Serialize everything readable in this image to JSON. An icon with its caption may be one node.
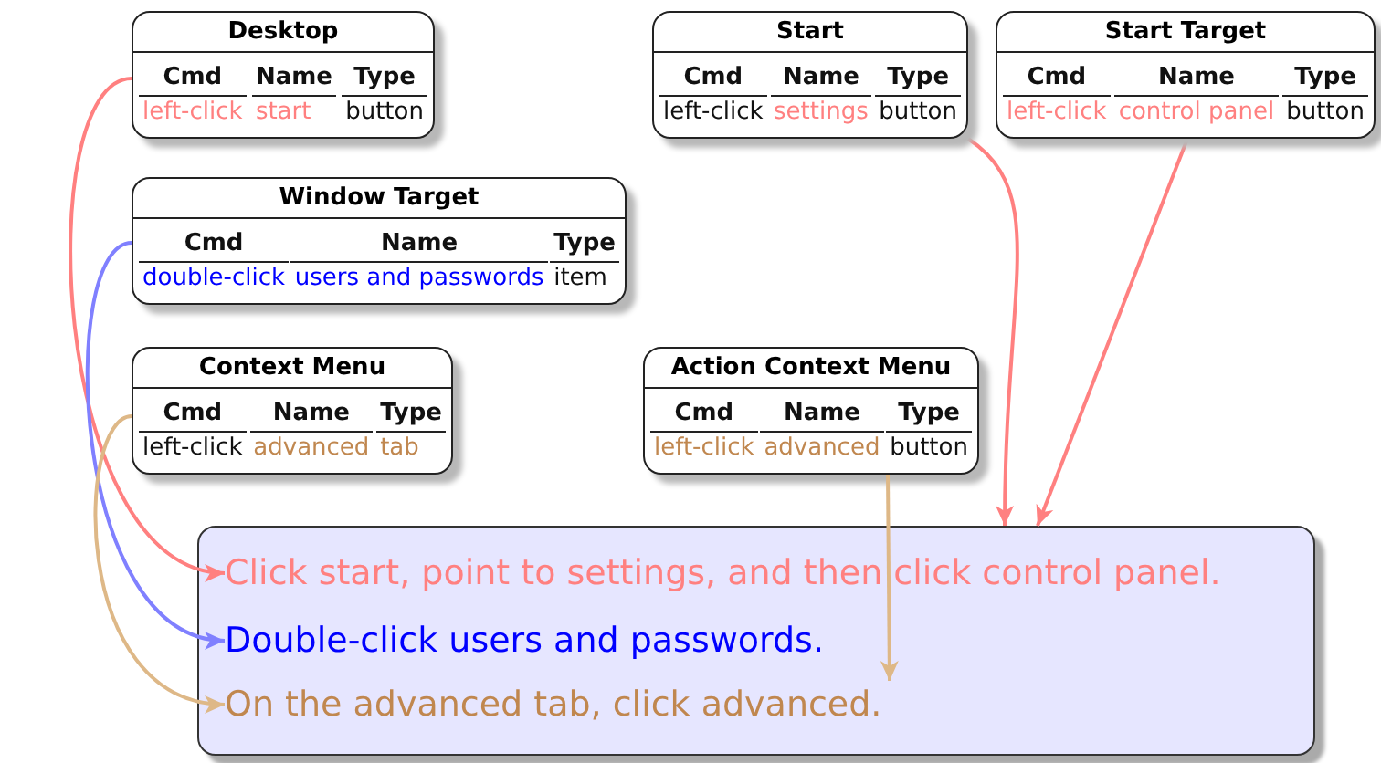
{
  "diagram": {
    "nodes": [
      {
        "text": [
          "Desktop",
          "Cmd",
          "Name",
          "Type",
          "left-click",
          "start",
          "button"
        ]
      },
      {
        "text": [
          "Window Target",
          "Cmd",
          "Name",
          "Type",
          "double-click",
          "users and passwords",
          "item"
        ]
      },
      {
        "text": [
          "Context Menu",
          "Cmd",
          "Name",
          "Type",
          "left-click",
          "advanced",
          "tab"
        ]
      },
      {
        "text": [
          "Start",
          "Cmd",
          "Name",
          "Type",
          "left-click",
          "settings",
          "button"
        ]
      },
      {
        "text": [
          "Start Target",
          "Cmd",
          "Name",
          "Type",
          "left-click",
          "control panel",
          "button"
        ]
      },
      {
        "text": [
          "Action Context Menu",
          "Cmd",
          "Name",
          "Type",
          "left-click",
          "advanced",
          "button"
        ]
      },
      {
        "text": [],
        "shape": "box"
      },
      {
        "text": [
          "Click start, point to settings, and then click control panel."
        ],
        "in": 6
      },
      {
        "text": [
          "Double-click users and passwords."
        ],
        "in": 6
      },
      {
        "text": [
          "On the advanced tab, click advanced."
        ],
        "in": 6
      }
    ],
    "edges": [
      {
        "from": 0,
        "to": 7,
        "arrow": "to"
      },
      {
        "from": 1,
        "to": 8,
        "arrow": "to",
        "color": "#8080ff"
      },
      {
        "from": 2,
        "to": 9,
        "arrow": "to",
        "color": "#deb887"
      },
      {
        "from": 3,
        "to": 6,
        "arrow": "to"
      },
      {
        "from": 4,
        "to": 6,
        "arrow": "to"
      },
      {
        "from": 5,
        "to": 9,
        "arrow": "to",
        "color": "#deb887"
      }
    ]
  }
}
